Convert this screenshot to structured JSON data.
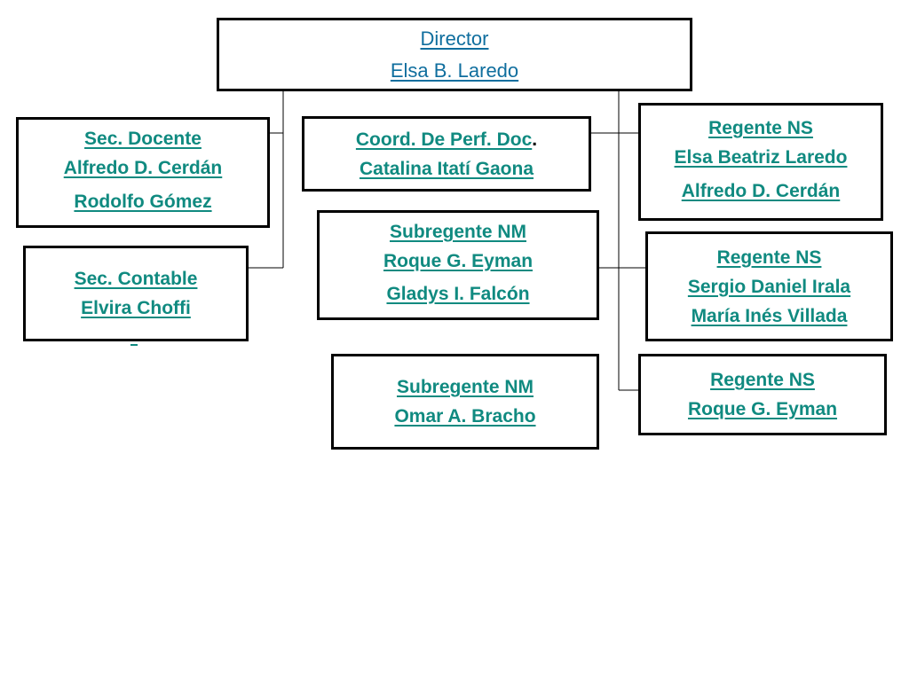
{
  "colors": {
    "link_teal": "#108a80",
    "director_blue": "#0f6e9e",
    "border": "#000000"
  },
  "director": {
    "title": "Director",
    "name": "Elsa B. Laredo"
  },
  "sec_docente": {
    "title": "Sec. Docente",
    "name1": "Alfredo D. Cerdán",
    "name2": "Rodolfo Gómez"
  },
  "sec_contable": {
    "title": "Sec. Contable",
    "name": "Elvira Choffi",
    "extra": ""
  },
  "coord": {
    "title": "Coord. De Perf. Doc",
    "title_suffix": ".",
    "name": "Catalina Itatí Gaona"
  },
  "subregente_1": {
    "title": "Subregente NM",
    "name1": "Roque G. Eyman",
    "name2": "Gladys I. Falcón"
  },
  "subregente_2": {
    "title": "Subregente NM",
    "name": "Omar A. Bracho"
  },
  "regente_1": {
    "title": "Regente NS",
    "name1": "Elsa Beatriz Laredo",
    "name2": "Alfredo D. Cerdán"
  },
  "regente_2": {
    "title": "Regente NS",
    "name1": "Sergio Daniel Irala",
    "name2": "María Inés Villada"
  },
  "regente_3": {
    "title": "Regente NS",
    "name": "Roque G. Eyman"
  }
}
